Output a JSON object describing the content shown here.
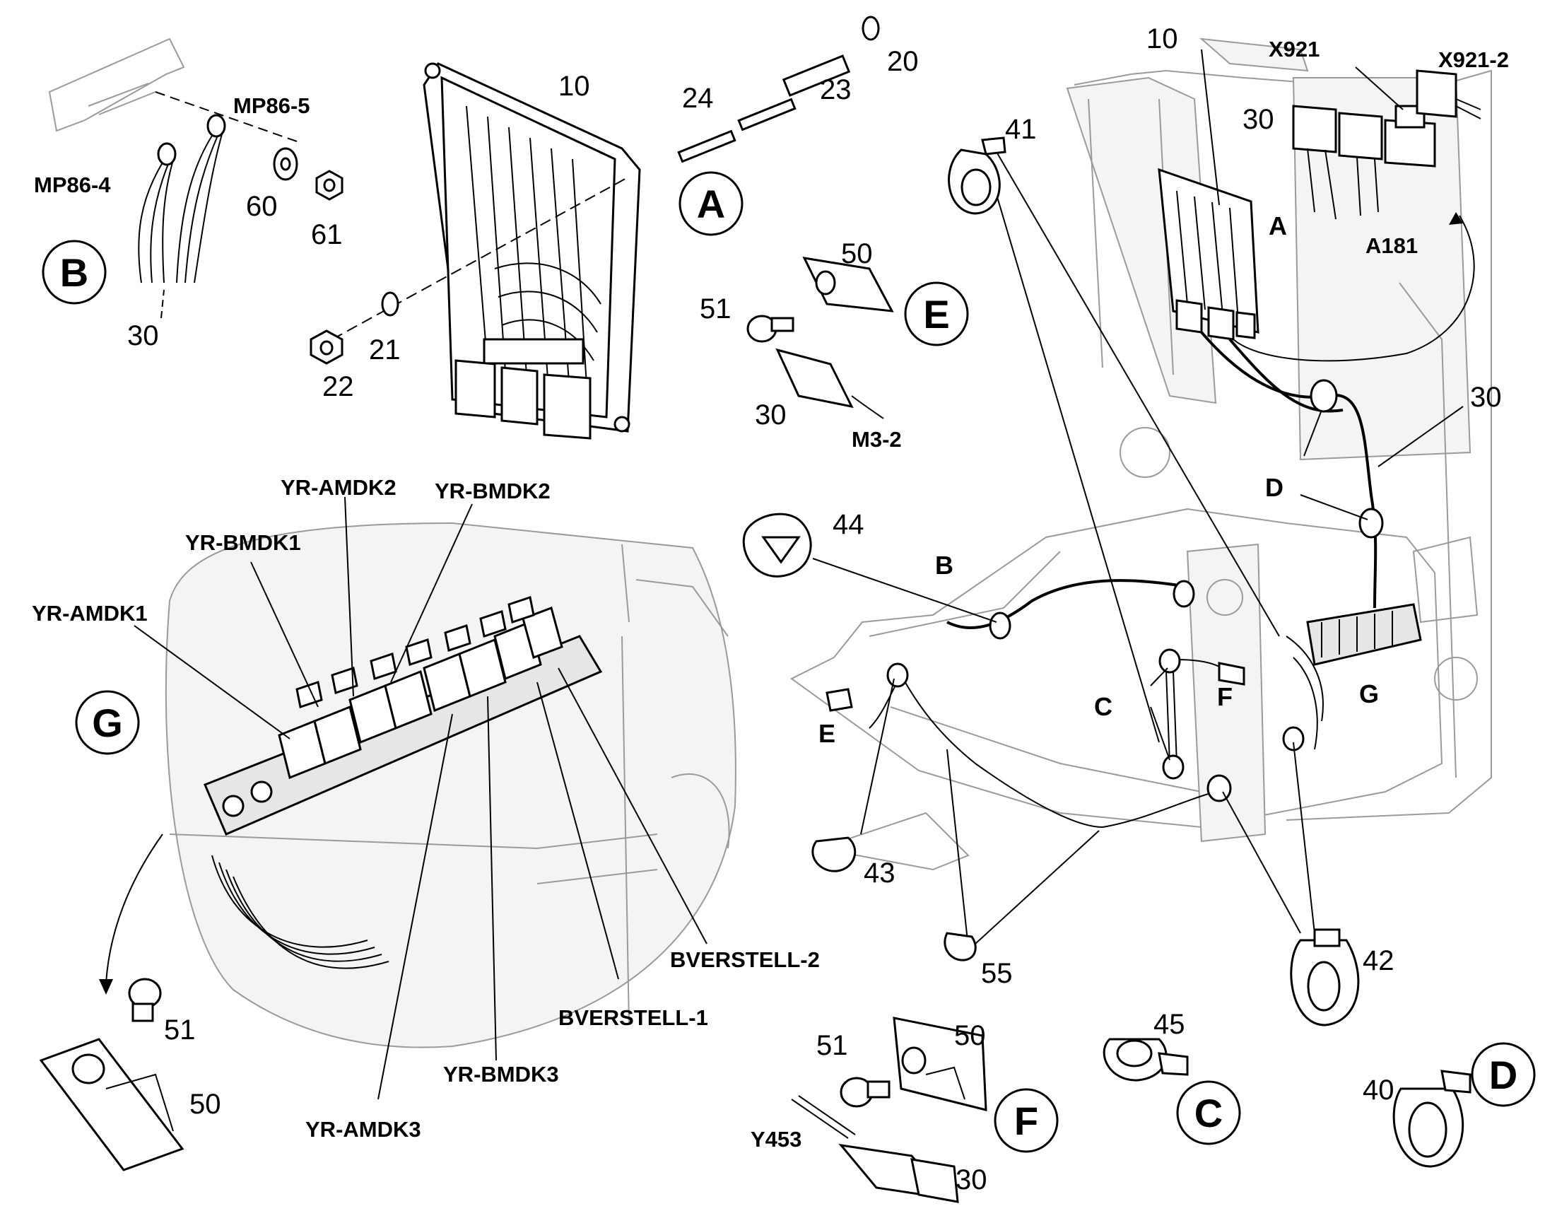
{
  "labels": {
    "ecu_num": "10",
    "ecu_num_2": "10",
    "pin_24": "24",
    "tube_23": "23",
    "washer_20": "20",
    "nut_22": "22",
    "washer_21": "21",
    "mp86_4": "MP86-4",
    "mp86_5": "MP86-5",
    "washer_60": "60",
    "nut_61": "61",
    "harness_30_b": "30",
    "clamp_41": "41",
    "clip_50_e": "50",
    "screw_51_e": "51",
    "conn_30_e": "30",
    "m3_2": "M3-2",
    "x921": "X921",
    "x921_2": "X921-2",
    "relay_30": "30",
    "a181": "A181",
    "point_a": "A",
    "harness_30_r": "30",
    "point_d": "D",
    "grommet_44": "44",
    "point_b": "B",
    "point_e": "E",
    "point_c": "C",
    "point_f": "F",
    "point_g": "G",
    "clamp_43": "43",
    "tie_55": "55",
    "clamp_42": "42",
    "yr_amdk2": "YR-AMDK2",
    "yr_bmdk2": "YR-BMDK2",
    "yr_bmdk1": "YR-BMDK1",
    "yr_amdk1": "YR-AMDK1",
    "bverstell_2": "BVERSTELL-2",
    "bverstell_1": "BVERSTELL-1",
    "yr_bmdk3": "YR-BMDK3",
    "yr_amdk3": "YR-AMDK3",
    "screw_51_g": "51",
    "clip_50_g": "50",
    "screw_51_f": "51",
    "clip_50_f": "50",
    "y453": "Y453",
    "conn_30_f": "30",
    "clamp_45": "45",
    "clamp_40": "40"
  },
  "details": {
    "A": "A",
    "B": "B",
    "C": "C",
    "D": "D",
    "E": "E",
    "F": "F",
    "G": "G"
  }
}
